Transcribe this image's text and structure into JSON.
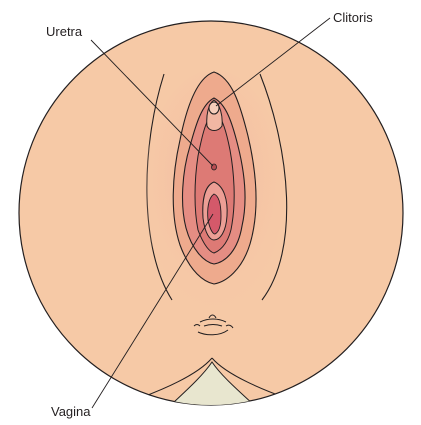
{
  "labels": {
    "clitoris": "Clitoris",
    "urethra": "Uretra",
    "vagina": "Vagina"
  },
  "colors": {
    "skin": "#f6c9a6",
    "skin_shade": "#eeaa8d",
    "labia": "#e58d83",
    "inner": "#d96b6a",
    "leader": "#231f20",
    "lower_area": "#e8e6cf"
  }
}
